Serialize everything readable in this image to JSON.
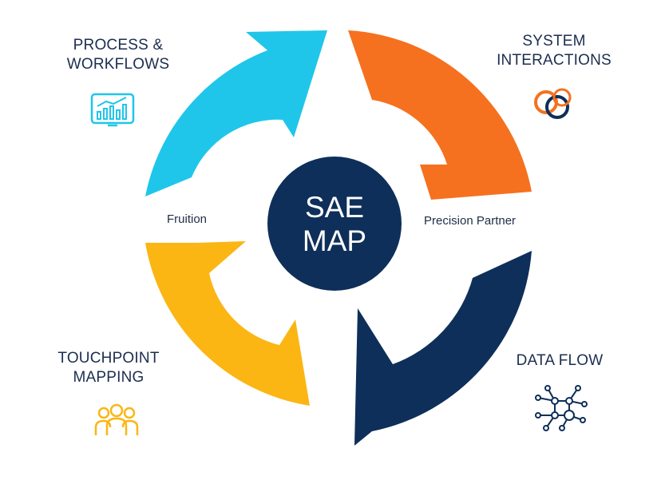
{
  "center": {
    "line1": "SAE",
    "line2": "MAP"
  },
  "side_labels": {
    "left": "Fruition",
    "right": "Precision Partner"
  },
  "quadrants": {
    "top_left": {
      "line1": "PROCESS &",
      "line2": "WORKFLOWS",
      "icon": "chart-monitor-icon"
    },
    "top_right": {
      "line1": "SYSTEM",
      "line2": "INTERACTIONS",
      "icon": "interlocking-rings-icon"
    },
    "bottom_left": {
      "line1": "TOUCHPOINT",
      "line2": "MAPPING",
      "icon": "people-group-icon"
    },
    "bottom_right": {
      "line1": "DATA FLOW",
      "line2": "",
      "icon": "network-nodes-icon"
    }
  },
  "colors": {
    "cyan": "#1fc6ea",
    "orange": "#f5711f",
    "yellow": "#fbb614",
    "navy": "#0e2f59",
    "text": "#1c2e50"
  }
}
